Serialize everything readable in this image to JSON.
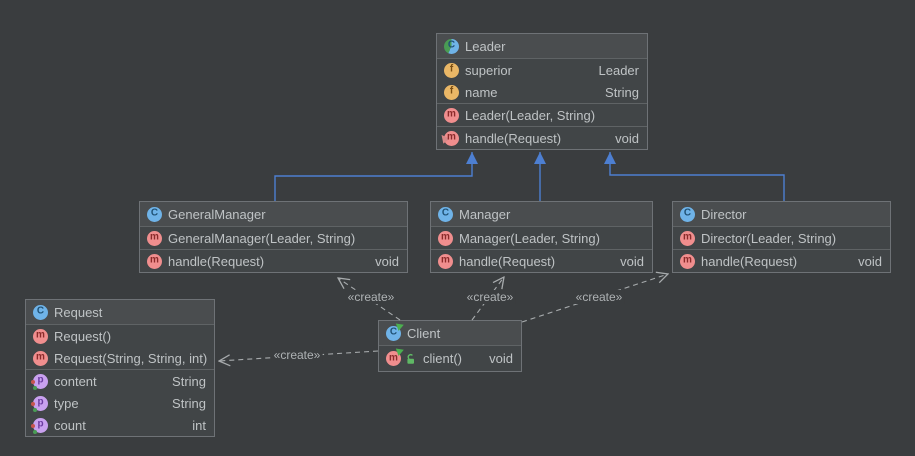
{
  "colors": {
    "canvas": "#3a3d3f",
    "node_header": "#4a4d4f",
    "node_body": "#414547",
    "node_border": "#6e7276",
    "text": "#bfc3c5",
    "inheritance_edge": "#4d7fd1",
    "dependency_edge": "#a7abad",
    "icon_class_bg": "#6FB3E8",
    "icon_method_bg": "#F08E8E",
    "icon_field_bg": "#EAB766",
    "icon_property_bg": "#C9A1EF",
    "run_overlay": "#4CAF50"
  },
  "icons": {
    "class_letter": "C",
    "method_letter": "m",
    "field_letter": "f",
    "property_letter": "p"
  },
  "edge_labels": {
    "create": "«create»"
  },
  "classes": {
    "leader": {
      "name": "Leader",
      "fields": [
        {
          "name": "superior",
          "type": "Leader"
        },
        {
          "name": "name",
          "type": "String"
        }
      ],
      "constructors": [
        {
          "sig": "Leader(Leader, String)"
        }
      ],
      "methods": [
        {
          "sig": "handle(Request)",
          "type": "void"
        }
      ]
    },
    "general_manager": {
      "name": "GeneralManager",
      "constructors": [
        {
          "sig": "GeneralManager(Leader, String)"
        }
      ],
      "methods": [
        {
          "sig": "handle(Request)",
          "type": "void"
        }
      ]
    },
    "manager": {
      "name": "Manager",
      "constructors": [
        {
          "sig": "Manager(Leader, String)"
        }
      ],
      "methods": [
        {
          "sig": "handle(Request)",
          "type": "void"
        }
      ]
    },
    "director": {
      "name": "Director",
      "constructors": [
        {
          "sig": "Director(Leader, String)"
        }
      ],
      "methods": [
        {
          "sig": "handle(Request)",
          "type": "void"
        }
      ]
    },
    "request": {
      "name": "Request",
      "constructors": [
        {
          "sig": "Request()"
        },
        {
          "sig": "Request(String, String, int)"
        }
      ],
      "properties": [
        {
          "name": "content",
          "type": "String"
        },
        {
          "name": "type",
          "type": "String"
        },
        {
          "name": "count",
          "type": "int"
        }
      ]
    },
    "client": {
      "name": "Client",
      "methods": [
        {
          "sig": "client()",
          "type": "void"
        }
      ]
    }
  }
}
